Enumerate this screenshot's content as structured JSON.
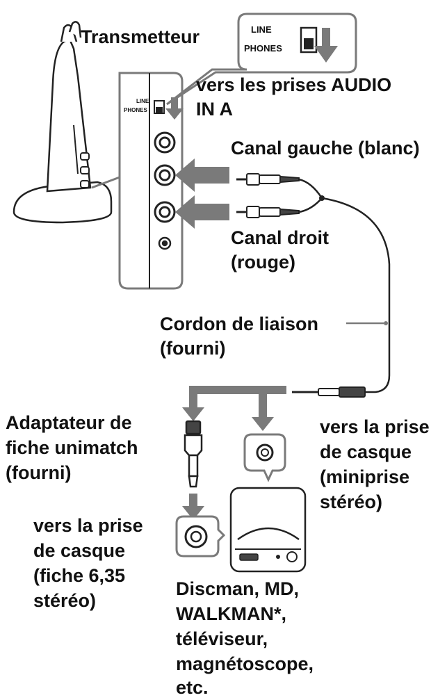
{
  "labels": {
    "transmitter": "Transmetteur",
    "switch_line": "LINE",
    "switch_phones": "PHONES",
    "audio_in_line1": "vers les prises AUDIO",
    "audio_in_line2": "IN A",
    "left_channel": "Canal gauche (blanc)",
    "right_channel_line1": "Canal droit",
    "right_channel_line2": "(rouge)",
    "cord_line1": "Cordon de liaison",
    "cord_line2": "(fourni)",
    "adaptor_line1": "Adaptateur de",
    "adaptor_line2": "fiche unimatch",
    "adaptor_line3": "(fourni)",
    "mini_jack_line1": "vers la prise",
    "mini_jack_line2": "de casque",
    "mini_jack_line3": "(miniprise",
    "mini_jack_line4": "stéréo)",
    "big_jack_line1": "vers la prise",
    "big_jack_line2": "de casque",
    "big_jack_line3": "(fiche 6,35",
    "big_jack_line4": "stéréo)",
    "devices_line1": "Discman, MD,",
    "devices_line2": "WALKMAN*,",
    "devices_line3": "téléviseur,",
    "devices_line4": "magnétoscope,",
    "devices_line5": "etc."
  },
  "colors": {
    "outline": "#222222",
    "arrow": "#7a7a7a",
    "panel_bg": "#ffffff"
  }
}
